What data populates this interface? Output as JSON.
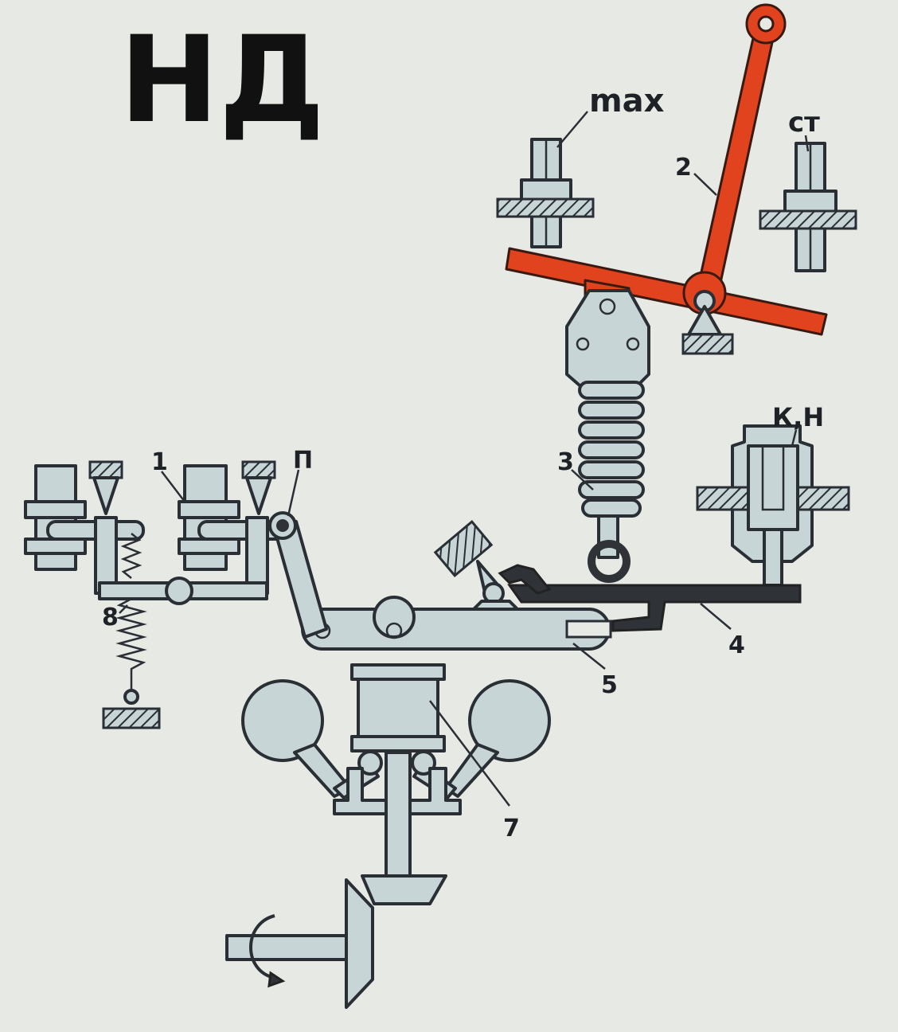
{
  "diagram": {
    "title": "НД",
    "labels": {
      "max_stop": "max",
      "st_stop": "ст",
      "lever": "2",
      "spring": "3",
      "nozzle": "К,Н",
      "part_1": "1",
      "pivot": "П",
      "spring_8": "8",
      "lever_4": "4",
      "lever_5": "5",
      "sleeve": "7"
    },
    "colors": {
      "background": "#e6e9e4",
      "parts": "#c8d5d7",
      "control_lever": "#e0431e",
      "outline": "#2a2f35"
    }
  }
}
